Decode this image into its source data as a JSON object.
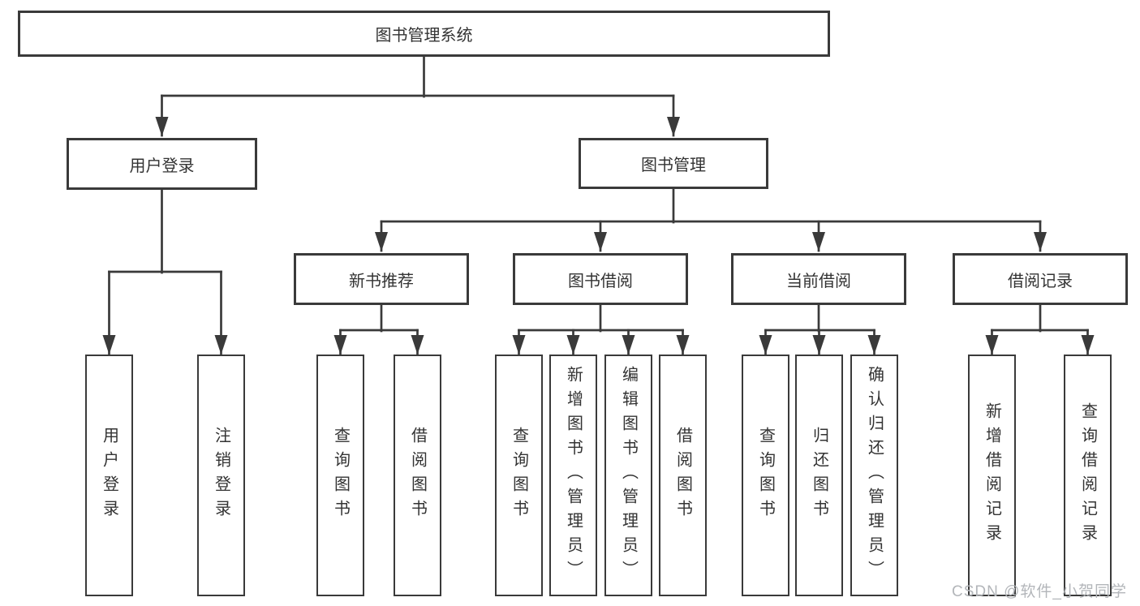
{
  "diagram": {
    "root": {
      "label": "图书管理系统"
    },
    "level2": [
      {
        "label": "用户登录"
      },
      {
        "label": "图书管理"
      }
    ],
    "level3": [
      {
        "label": "新书推荐"
      },
      {
        "label": "图书借阅"
      },
      {
        "label": "当前借阅"
      },
      {
        "label": "借阅记录"
      }
    ],
    "leaves": {
      "user_login": [
        "用户登录",
        "注销登录"
      ],
      "new_book_recommend": [
        "查询图书",
        "借阅图书"
      ],
      "book_borrow": [
        "查询图书",
        "新增图书（管理员）",
        "编辑图书（管理员）",
        "借阅图书"
      ],
      "current_borrow": [
        "查询图书",
        "归还图书",
        "确认归还（管理员）"
      ],
      "borrow_record": [
        "新增借阅记录",
        "查询借阅记录"
      ]
    }
  },
  "watermark": {
    "text": "CSDN @软件_小贺同学"
  },
  "colors": {
    "line": "#3a3a3a",
    "box-border": "#3a3a3a",
    "text": "#333333",
    "watermark": "#b3b6ba",
    "background": "#ffffff"
  }
}
